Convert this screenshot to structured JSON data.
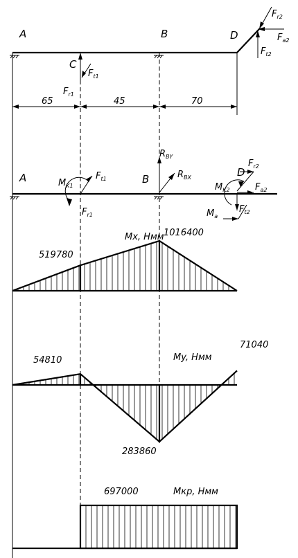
{
  "points": {
    "A": "A",
    "B": "B",
    "C": "C",
    "D": "D"
  },
  "forces": {
    "Fr": "F",
    "Fr_sub_r1": "r1",
    "Ft": "F",
    "Ft_sub_t1": "t1",
    "Fr2_sub": "r2",
    "Fa2_sub": "a2",
    "Ft2_sub": "t2",
    "R": "R",
    "RBY_sub": "BY",
    "RBX_sub": "BX",
    "M": "M",
    "Mk1_sub": "K1",
    "Mk2_sub": "K2",
    "Ma_sub": "a"
  },
  "dimensions": {
    "AC": "65",
    "CB": "45",
    "BD": "70"
  },
  "diagrams": {
    "mx": {
      "title": "Mx, Hмм",
      "values": {
        "A": 0,
        "C": 519780,
        "B": 1016400,
        "D": 0
      },
      "labels": {
        "C": "519780",
        "B": "1016400"
      }
    },
    "my": {
      "title": "My, Hмм",
      "values": {
        "A": 0,
        "C": 54810,
        "B": -283860,
        "D": 71040
      },
      "labels": {
        "C": "54810",
        "B": "283860",
        "D": "71040"
      }
    },
    "mkr": {
      "title": "Mкр, Hмм",
      "value": 697000,
      "label": "697000"
    }
  }
}
